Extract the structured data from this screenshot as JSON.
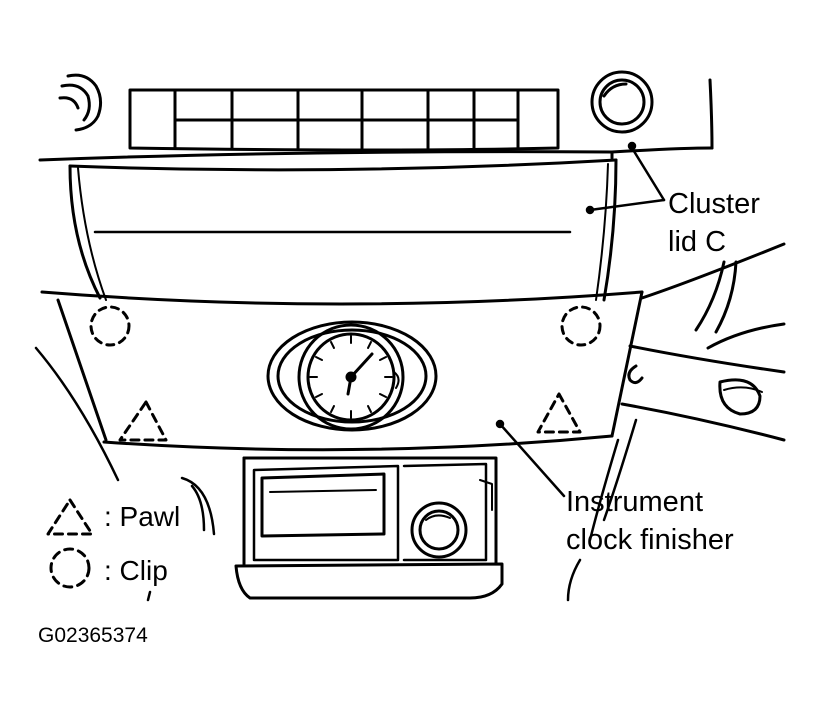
{
  "callouts": {
    "cluster_lid_line1": "Cluster",
    "cluster_lid_line2": "lid C",
    "finisher_line1": "Instrument",
    "finisher_line2": "clock finisher"
  },
  "legend": {
    "pawl_label": ": Pawl",
    "clip_label": ": Clip"
  },
  "figure_id": "G02365374",
  "colors": {
    "ink": "#000000",
    "paper": "#ffffff"
  }
}
